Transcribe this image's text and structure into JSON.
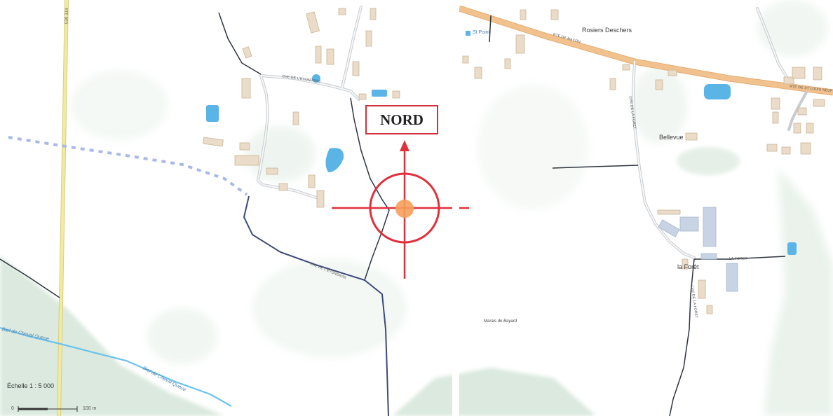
{
  "map": {
    "north_label": "NORD",
    "places": {
      "rosiers_deschers": "Rosiers Deschers",
      "bellevue": "Bellevue",
      "la_foret": "la Forêt",
      "st_point": "St Point"
    },
    "roads": {
      "rte_de_macon": "RTE DE MACON",
      "rte_st_louis": "RTE DE ST LOUIS NEUF",
      "che_eyonds_top": "CHE DE L'EYONDRAS",
      "che_eyonds_bottom": "CHE DE L'EYONDRAS",
      "che_foret_north": "CHE DE LA FORET",
      "che_foret_south": "CHE DE LA FORET",
      "la_foret_road": "LA FORET",
      "rte_left": "RTE DES"
    },
    "water": {
      "bief_left": "Bief de Cheval Queue",
      "bief_lower": "Bief de Cheval Queue"
    },
    "marsh": "Marais de Bayard",
    "scale": {
      "title": "Échelle 1 : 5 000",
      "start": "0",
      "end": "100 m"
    }
  },
  "colors": {
    "target": "#e0303c",
    "target_center": "#f5a05a",
    "water": "#5ab4e6",
    "stream": "#6cc3ea",
    "green": "#cfe2d3",
    "green_dark": "#a9cfb4",
    "building": "#eadcc8",
    "building_stroke": "#c9b596",
    "main_road": "#f2c28e",
    "yellow_road": "#f2ea9e",
    "dark_line": "#2e3440",
    "blue_line": "#3e4a7a"
  }
}
